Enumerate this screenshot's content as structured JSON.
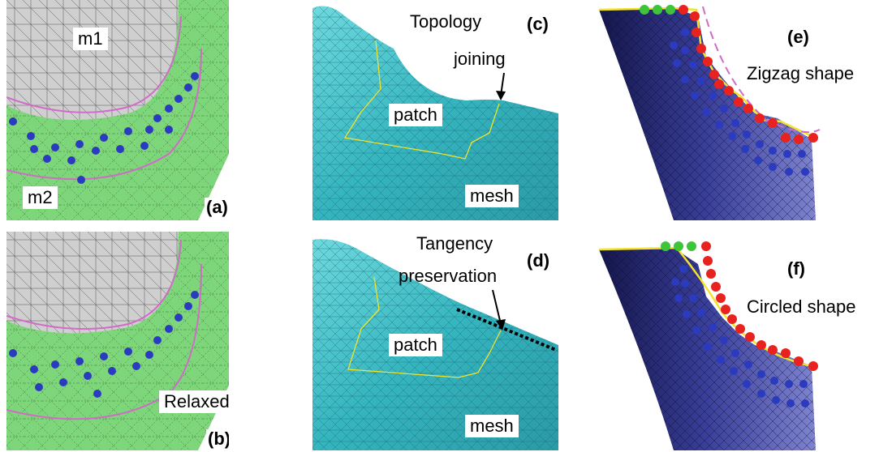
{
  "panels": {
    "a": {
      "tag": "(a)",
      "top_label": "m1",
      "bottom_label": "m2"
    },
    "b": {
      "tag": "(b)",
      "caption": "Relaxed nodes"
    },
    "c": {
      "tag": "(c)",
      "title_line1": "Topology",
      "title_line2": "joining",
      "patch_label": "patch",
      "mesh_label": "mesh"
    },
    "d": {
      "tag": "(d)",
      "title_line1": "Tangency",
      "title_line2": "preservation",
      "patch_label": "patch",
      "mesh_label": "mesh"
    },
    "e": {
      "tag": "(e)",
      "caption": "Zigzag shape"
    },
    "f": {
      "tag": "(f)",
      "caption": "Circled shape"
    }
  },
  "colors": {
    "green_mesh": "#7ed67a",
    "gray_mesh": "#cfcfcf",
    "teal_mesh": "#3fbcc4",
    "blue_mesh": "#3a3f9a",
    "node_blue": "#2a3bbf",
    "node_red": "#e8231f",
    "node_green": "#3ec43a",
    "boundary_pink": "#d06bc7",
    "boundary_yellow": "#f3e32b"
  }
}
